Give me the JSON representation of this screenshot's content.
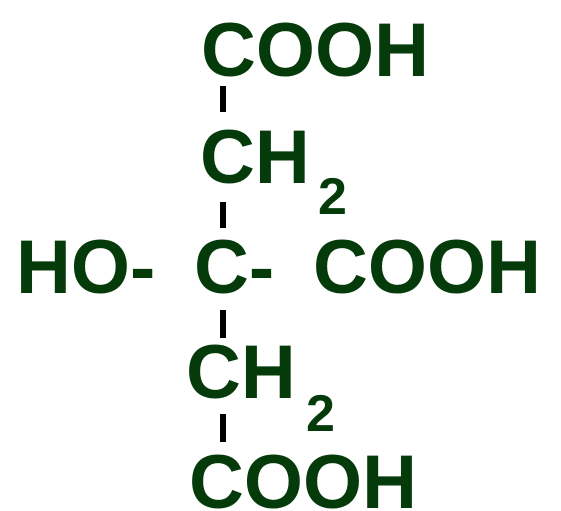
{
  "diagram": {
    "top_group": "COOH",
    "upper_ch2": {
      "base": "CH",
      "subscript": "2"
    },
    "center": {
      "left_group": "HO-",
      "carbon": "C-",
      "right_group": "COOH"
    },
    "lower_ch2": {
      "base": "CH",
      "subscript": "2"
    },
    "bottom_group": "COOH"
  },
  "colors": {
    "text": "#053a0a",
    "bond": "#000000"
  }
}
